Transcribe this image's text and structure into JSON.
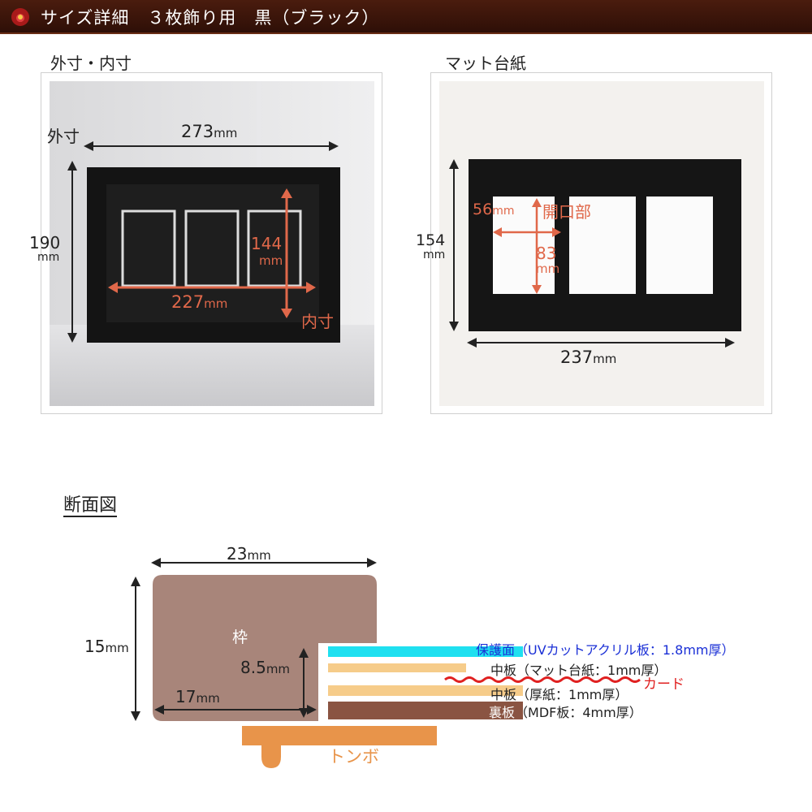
{
  "header": {
    "title": "サイズ詳細　３枚飾り用　黒（ブラック）"
  },
  "frame_panel": {
    "caption": "外寸・内寸",
    "outer_label": "外寸",
    "inner_label": "内寸",
    "width_outer": "273",
    "height_outer": "190",
    "width_inner": "227",
    "height_inner": "144",
    "unit": "mm"
  },
  "mat_panel": {
    "caption": "マット台紙",
    "opening_label": "開口部",
    "opening_width": "56",
    "opening_height": "83",
    "mat_height": "154",
    "mat_width": "237",
    "unit": "mm"
  },
  "section": {
    "title": "断面図",
    "width": "23",
    "height": "15",
    "depth_inner": "8.5",
    "inner_width": "17",
    "unit": "mm",
    "frame_label": "枠",
    "card_label": "カード",
    "tombo_label": "トンボ",
    "layers": [
      {
        "name": "保護面",
        "desc": "（UVカットアクリル板：1.8mm厚）",
        "color": "#1fe0f0"
      },
      {
        "name": "中板",
        "desc": "（マット台紙：1mm厚）",
        "color": "#f6cc8a"
      },
      {
        "name": "中板",
        "desc": "（厚紙：1mm厚）",
        "color": "#f6cc8a"
      },
      {
        "name": "裏板",
        "desc": "（MDF板：4mm厚）",
        "color": "#8a5442"
      }
    ],
    "colors": {
      "frame": "#a8857a",
      "tombo": "#e8944a",
      "accent": "#e0684a",
      "card": "#e02020",
      "blue": "#1a2fd6"
    }
  }
}
